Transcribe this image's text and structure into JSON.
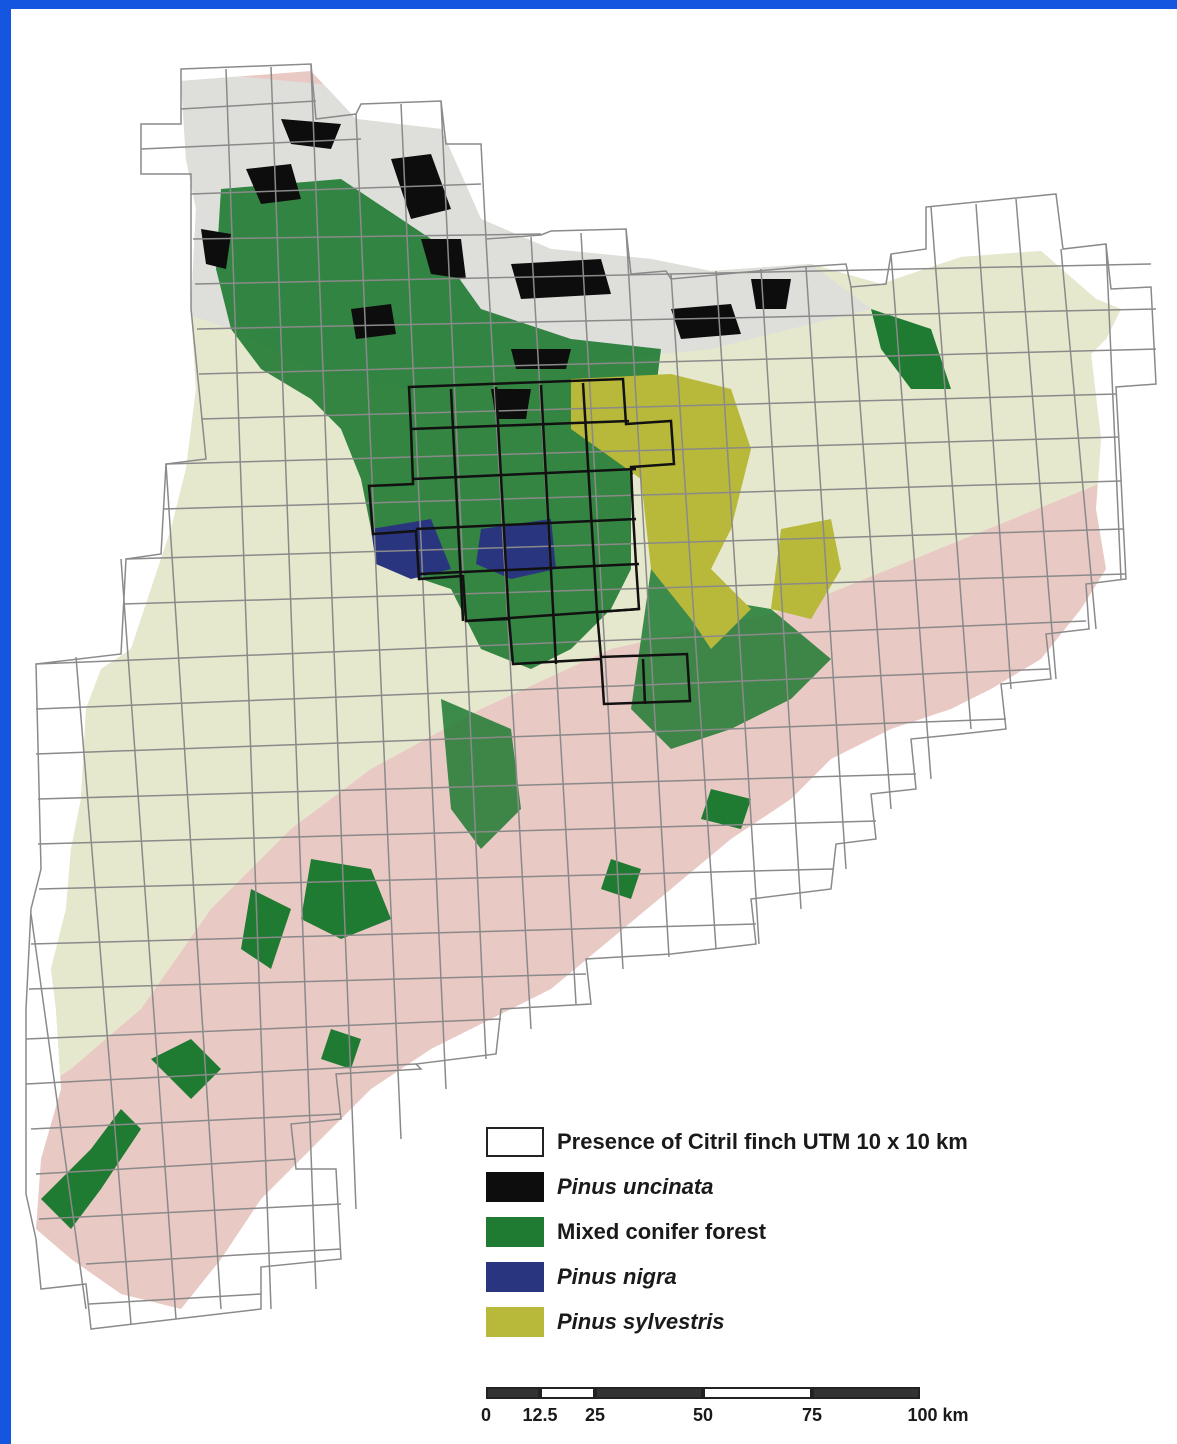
{
  "map": {
    "colors": {
      "background_border": "#1556e0",
      "lowland": "#e9c9c4",
      "upland": "#e3e6c9",
      "mountain": "#dcdcd6",
      "grid_line": "#8a8a8a",
      "presence_box": "#111111",
      "pinus_uncinata": "#0d0d0d",
      "mixed_conifer": "#1f7a32",
      "pinus_nigra": "#2a3580",
      "pinus_sylvestris": "#b8b83a"
    },
    "grid_cell_km": 10
  },
  "legend": {
    "items": [
      {
        "label": "Presence of Citril finch UTM 10 x 10 km",
        "swatch": "outline",
        "color": "#ffffff",
        "italic": false
      },
      {
        "label": "Pinus uncinata",
        "swatch": "fill",
        "color": "#0d0d0d",
        "italic": true
      },
      {
        "label": "Mixed conifer forest",
        "swatch": "fill",
        "color": "#1f7a32",
        "italic": false
      },
      {
        "label": "Pinus nigra",
        "swatch": "fill",
        "color": "#2a3580",
        "italic": true
      },
      {
        "label": "Pinus sylvestris",
        "swatch": "fill",
        "color": "#b8b83a",
        "italic": true
      }
    ]
  },
  "scale_bar": {
    "ticks": [
      "0",
      "12.5",
      "25",
      "50",
      "75",
      "100 km"
    ],
    "tick_values": [
      0,
      12.5,
      25,
      50,
      75,
      100
    ]
  }
}
